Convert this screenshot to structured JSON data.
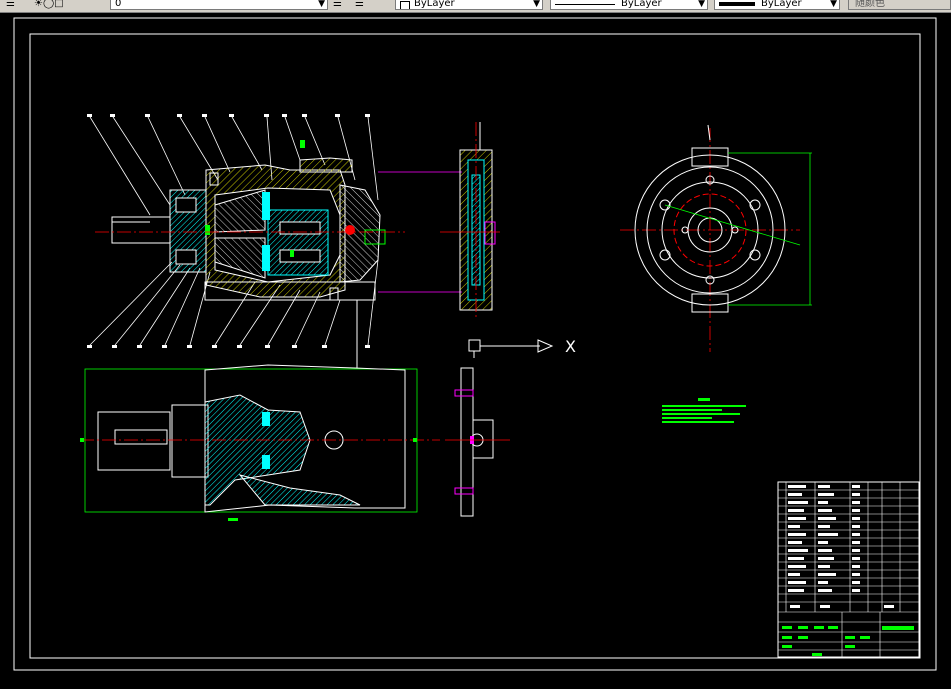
{
  "toolbar": {
    "layer_value": "0",
    "color_value": "ByLayer",
    "linetype_value": "ByLayer",
    "lineweight_value": "ByLayer",
    "plotstyle_value": "随颜色"
  },
  "drawing": {
    "axis_label": "X",
    "background_color": "#000000",
    "colors": {
      "frame": "#ffffff",
      "center": "#ff0000",
      "section": "#00ffff",
      "dimension": "#00ff00",
      "hatch": "#c8c800",
      "hidden": "#ff00ff"
    }
  }
}
